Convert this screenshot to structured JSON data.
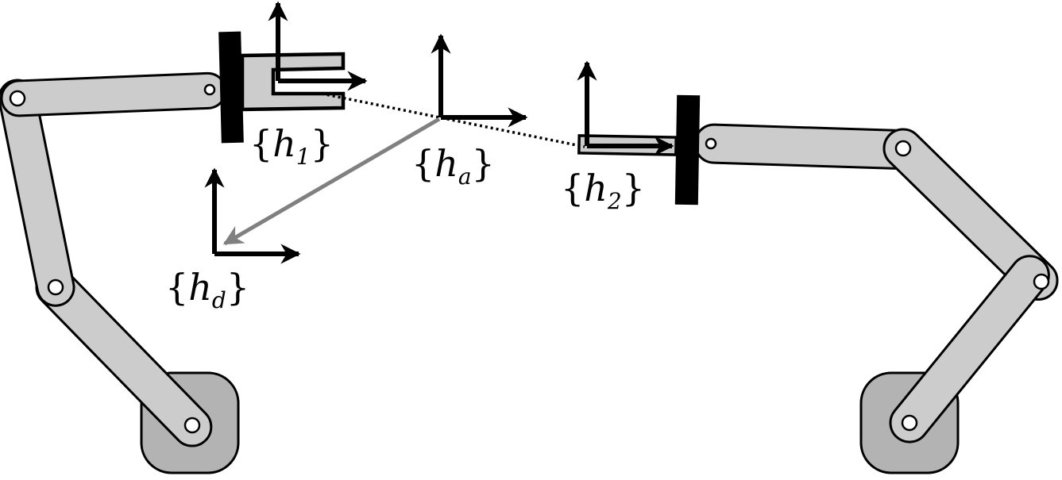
{
  "frames": {
    "h1": {
      "base": "h",
      "sub": "1"
    },
    "h2": {
      "base": "h",
      "sub": "2"
    },
    "ha": {
      "base": "h",
      "sub": "a"
    },
    "hd": {
      "base": "h",
      "sub": "d"
    }
  },
  "colors": {
    "link_fill": "#cccccc",
    "base_fill": "#b3b3b3",
    "outline": "#000000",
    "displacement_arrow": "#808080"
  }
}
